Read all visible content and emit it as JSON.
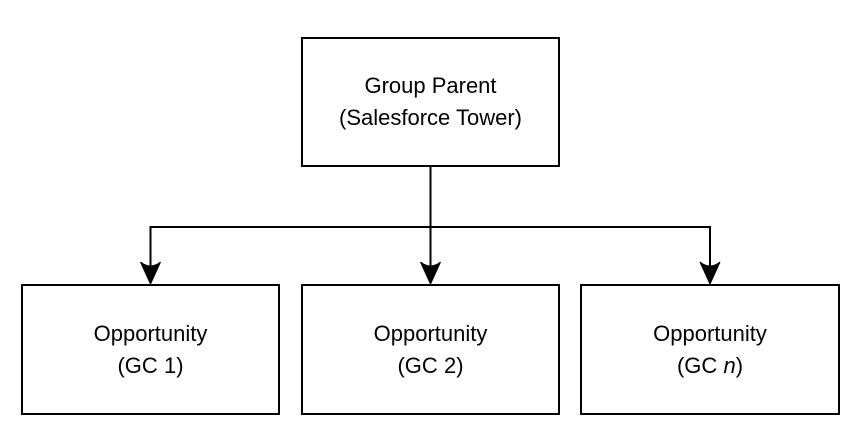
{
  "diagram": {
    "root": {
      "title": "Group Parent",
      "subtitle": "(Salesforce Tower)"
    },
    "children": [
      {
        "title": "Opportunity",
        "subtitle_prefix": "(GC ",
        "subtitle_value": "1",
        "subtitle_suffix": ")"
      },
      {
        "title": "Opportunity",
        "subtitle_prefix": "(GC ",
        "subtitle_value": "2",
        "subtitle_suffix": ")"
      },
      {
        "title": "Opportunity",
        "subtitle_prefix": "(GC ",
        "subtitle_value": "n",
        "subtitle_suffix": ")"
      }
    ],
    "colors": {
      "background": "#ffffff",
      "box_fill": "#ffffff",
      "box_border": "#000000",
      "line": "#000000",
      "text": "#000000"
    }
  }
}
